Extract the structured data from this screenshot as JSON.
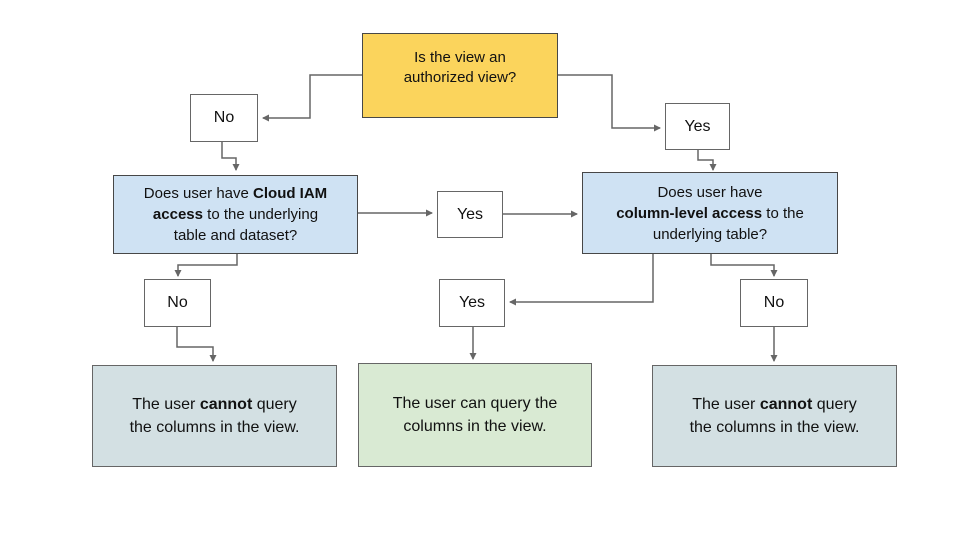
{
  "colors": {
    "decision_fill": "#FBD45C",
    "question_fill": "#CFE2F3",
    "result_negative_fill": "#D3E0E3",
    "result_positive_fill": "#D9EAD3",
    "question_border": "#474747",
    "small_box_border": "#666666",
    "connector": "#666666"
  },
  "nodes": {
    "authorized_question": {
      "lines": [
        [
          {
            "t": "Is the view an",
            "b": 0
          }
        ],
        [
          {
            "t": "authorized view?",
            "b": 0
          }
        ]
      ]
    },
    "no_top_left": {
      "label": "No"
    },
    "yes_top_right": {
      "label": "Yes"
    },
    "iam_question": {
      "lines": [
        [
          {
            "t": "Does user have ",
            "b": 0
          },
          {
            "t": "Cloud IAM",
            "b": 1
          }
        ],
        [
          {
            "t": "access",
            "b": 1
          },
          {
            "t": " to the underlying",
            "b": 0
          }
        ],
        [
          {
            "t": "table and dataset?",
            "b": 0
          }
        ]
      ]
    },
    "yes_middle": {
      "label": "Yes"
    },
    "column_question": {
      "lines": [
        [
          {
            "t": "Does user have",
            "b": 0
          }
        ],
        [
          {
            "t": "column-level access",
            "b": 1
          },
          {
            "t": " to the",
            "b": 0
          }
        ],
        [
          {
            "t": "underlying table?",
            "b": 0
          }
        ]
      ]
    },
    "no_bottom_left": {
      "label": "No"
    },
    "yes_bottom_middle": {
      "label": "Yes"
    },
    "no_bottom_right": {
      "label": "No"
    },
    "result_cannot_left": {
      "lines": [
        [
          {
            "t": "The user ",
            "b": 0
          },
          {
            "t": "cannot",
            "b": 1
          },
          {
            "t": " query",
            "b": 0
          }
        ],
        [
          {
            "t": "the columns in the view.",
            "b": 0
          }
        ]
      ]
    },
    "result_can": {
      "lines": [
        [
          {
            "t": "The user can query the",
            "b": 0
          }
        ],
        [
          {
            "t": "columns in the view.",
            "b": 0
          }
        ]
      ]
    },
    "result_cannot_right": {
      "lines": [
        [
          {
            "t": "The user ",
            "b": 0
          },
          {
            "t": "cannot",
            "b": 1
          },
          {
            "t": " query",
            "b": 0
          }
        ],
        [
          {
            "t": "the columns in the view.",
            "b": 0
          }
        ]
      ]
    }
  }
}
